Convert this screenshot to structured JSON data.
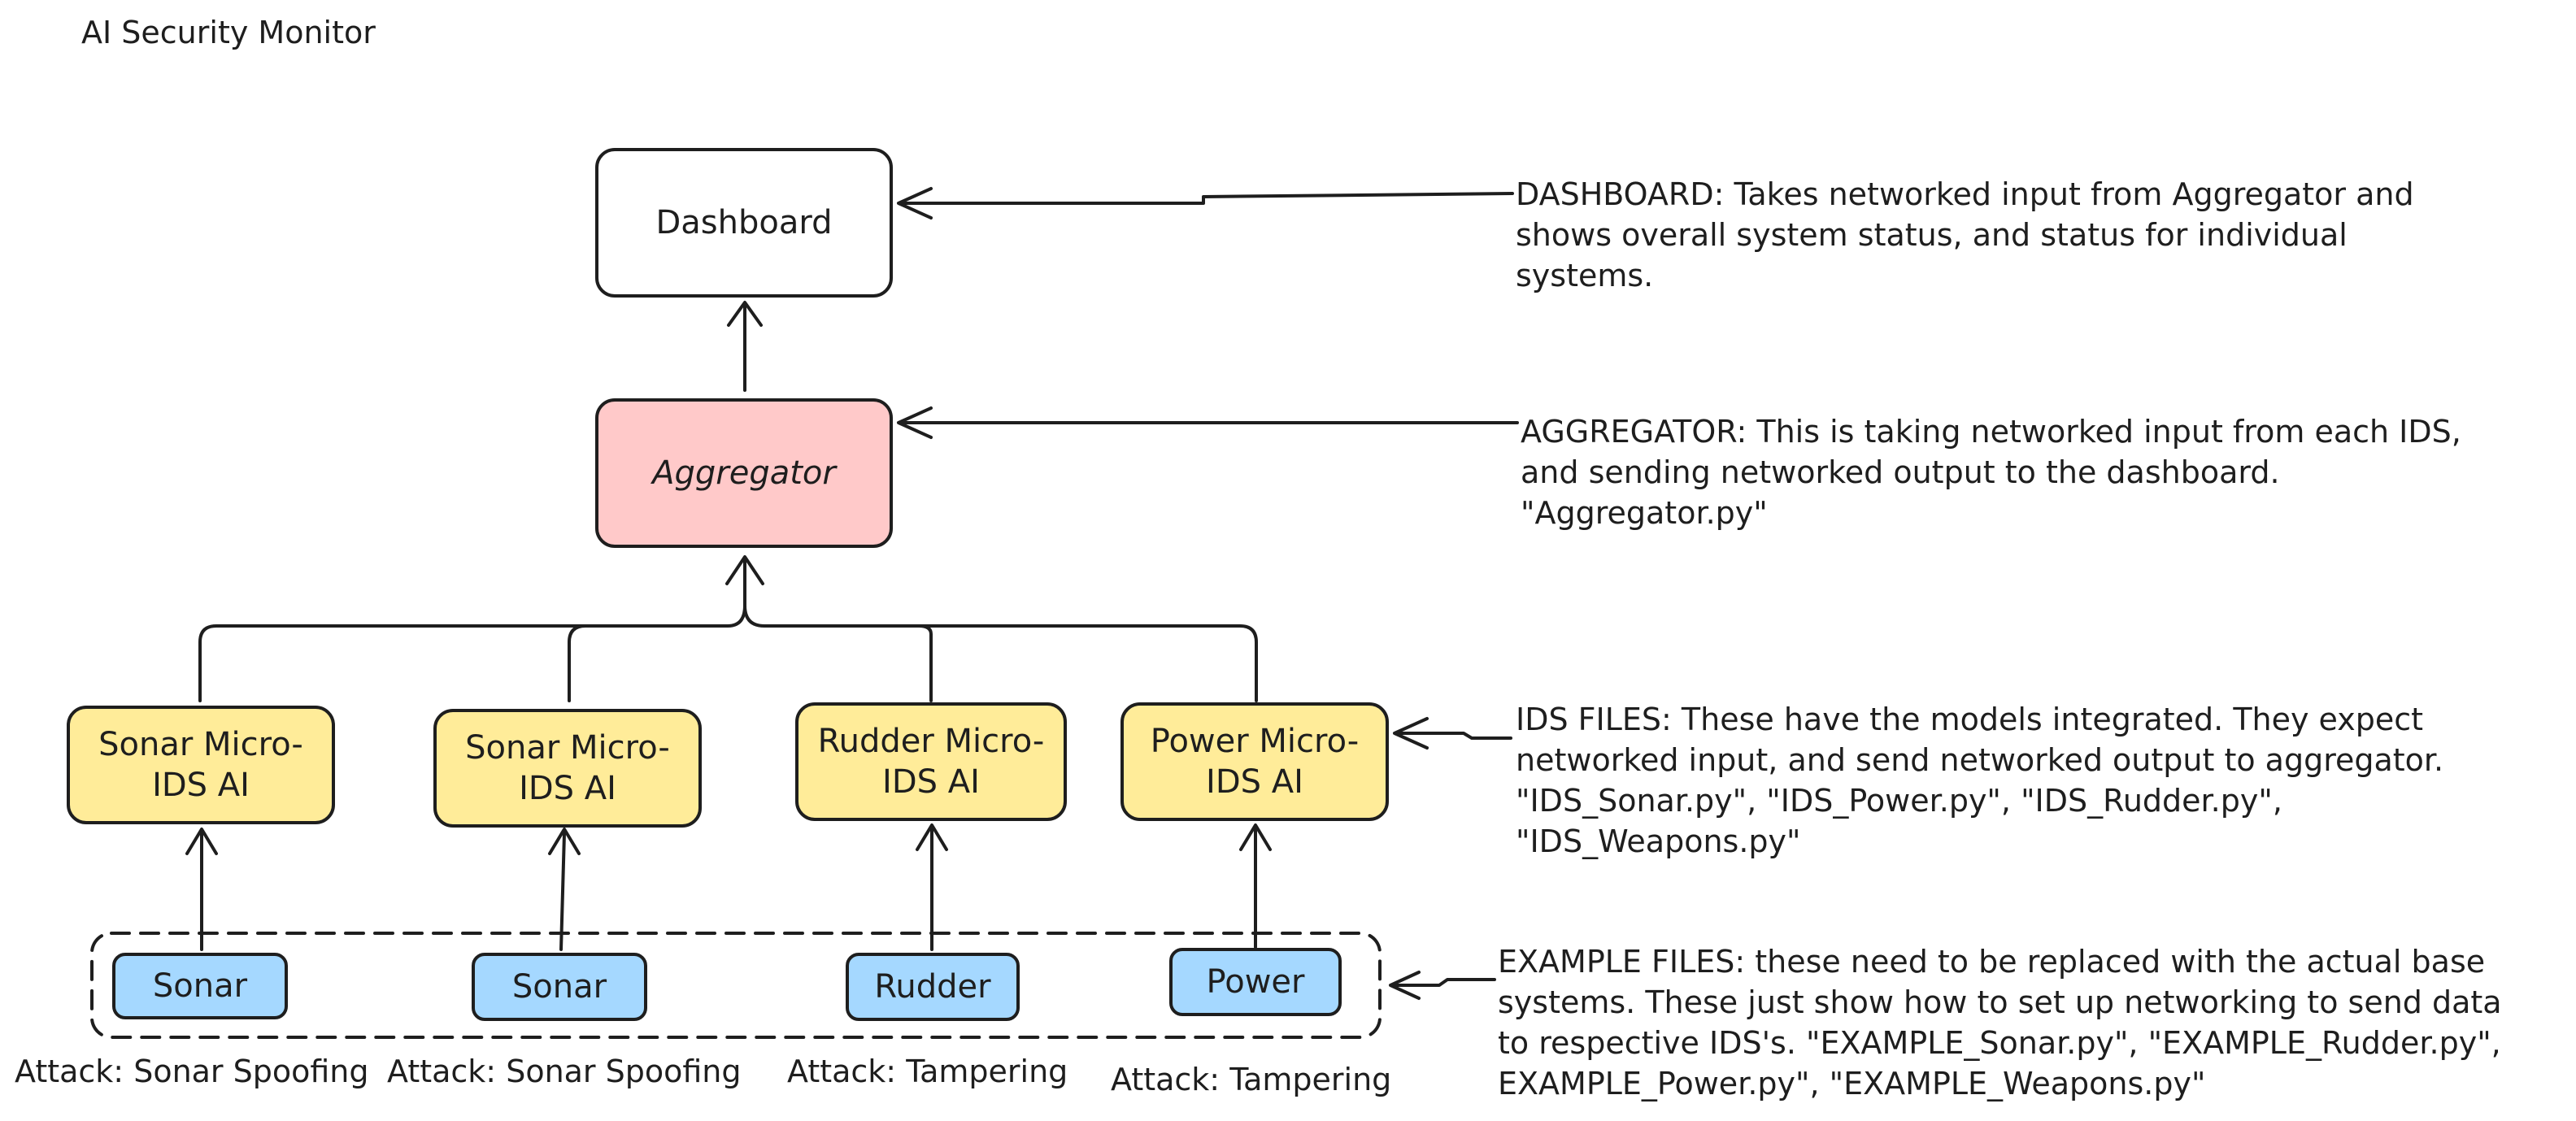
{
  "title": "AI Security Monitor",
  "nodes": {
    "dashboard": "Dashboard",
    "aggregator": "Aggregator",
    "ids": [
      "Sonar Micro-\nIDS AI",
      "Sonar Micro-\nIDS AI",
      "Rudder Micro-\nIDS AI",
      "Power Micro-\nIDS AI"
    ],
    "base": [
      "Sonar",
      "Sonar",
      "Rudder",
      "Power"
    ]
  },
  "attacks": [
    "Attack: Sonar Spoofing",
    "Attack: Sonar Spoofing",
    "Attack: Tampering",
    "Attack: Tampering"
  ],
  "notes": {
    "dashboard": "DASHBOARD: Takes networked input from Aggregator and\nshows overall system status, and status for individual\nsystems.",
    "aggregator": "AGGREGATOR: This is taking networked input from each IDS,\nand sending networked output to the dashboard.\n\"Aggregator.py\"",
    "ids": "IDS FILES: These have the models integrated. They expect\nnetworked input, and send networked output to aggregator.\n\"IDS_Sonar.py\", \"IDS_Power.py\", \"IDS_Rudder.py\",\n\"IDS_Weapons.py\"",
    "example": "EXAMPLE FILES: these need to be replaced with the actual base\nsystems. These just show how to set up networking to send data\nto respective IDS's. \"EXAMPLE_Sonar.py\", \"EXAMPLE_Rudder.py\",\nEXAMPLE_Power.py\", \"EXAMPLE_Weapons.py\""
  },
  "colors": {
    "stroke": "#1e1e1e",
    "aggregator_fill": "#ffc9c9",
    "ids_fill": "#ffec99",
    "base_fill": "#a5d8ff"
  }
}
